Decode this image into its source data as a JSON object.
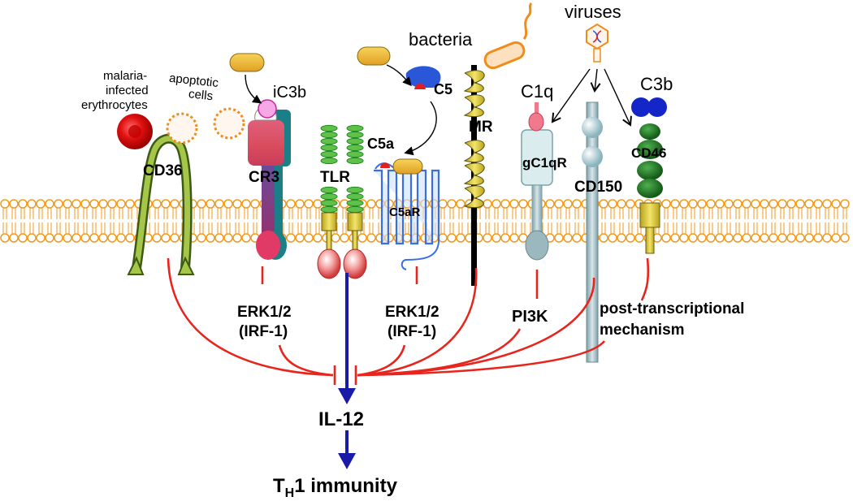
{
  "labels": {
    "viruses": "viruses",
    "bacteria": "bacteria",
    "malaria_line1": "malaria-",
    "malaria_line2": "infected",
    "malaria_line3": "erythrocytes",
    "apoptotic_line1": "apoptotic",
    "apoptotic_line2": "cells",
    "ic3b": "iC3b",
    "c5": "C5",
    "c5a": "C5a",
    "c1q": "C1q",
    "c3b": "C3b"
  },
  "receptors": {
    "cd36": "CD36",
    "cr3": "CR3",
    "tlr": "TLR",
    "c5ar": "C5aR",
    "mr": "MR",
    "gc1qr": "gC1qR",
    "cd150": "CD150",
    "cd46": "CD46"
  },
  "signals": {
    "erk_left": "ERK1/2",
    "irf_left": "(IRF-1)",
    "erk_right": "ERK1/2",
    "irf_right": "(IRF-1)",
    "pi3k": "PI3K",
    "post_line1": "post-transcriptional",
    "post_line2": "mechanism"
  },
  "outputs": {
    "il12": "IL-12",
    "th1_t": "T",
    "th1_sub": "H",
    "th1_rest": "1 immunity"
  },
  "colors": {
    "inhibit_red": "#e8241c",
    "activate_blue": "#1a1aa8",
    "membrane_orange": "#f39a1e",
    "tlr_green": "#1e8a1e",
    "mr_yellow": "#e8d22a",
    "cd46_green": "#1f7a24",
    "c3b_blue": "#1526c9"
  }
}
